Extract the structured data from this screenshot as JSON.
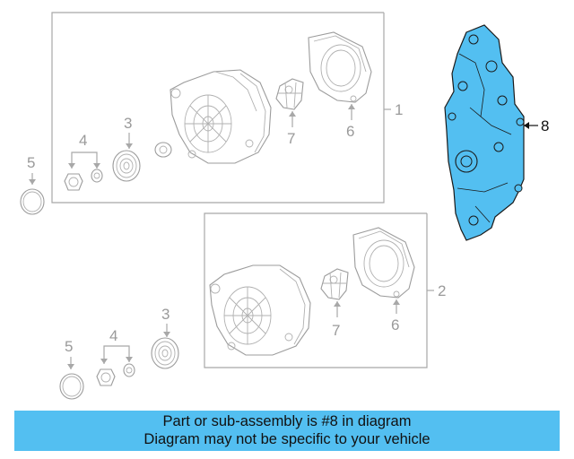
{
  "labels": {
    "group_upper": "1",
    "group_lower": "2",
    "pulley_upper": "3",
    "pulley_lower": "3",
    "nut_washer_upper": "4",
    "nut_washer_lower": "4",
    "ring_upper": "5",
    "ring_lower": "5",
    "end_cover_upper": "6",
    "end_cover_lower": "6",
    "regulator_upper": "7",
    "regulator_lower": "7",
    "bracket": "8"
  },
  "banner": {
    "line1": "Part or sub-assembly is #8 in diagram",
    "line2": "Diagram may not be specific to your vehicle"
  },
  "colors": {
    "highlight": "#53bff1",
    "banner_bg": "#53bff1",
    "line_gray": "#a8a8a8",
    "label_gray": "#9a9a9a"
  }
}
